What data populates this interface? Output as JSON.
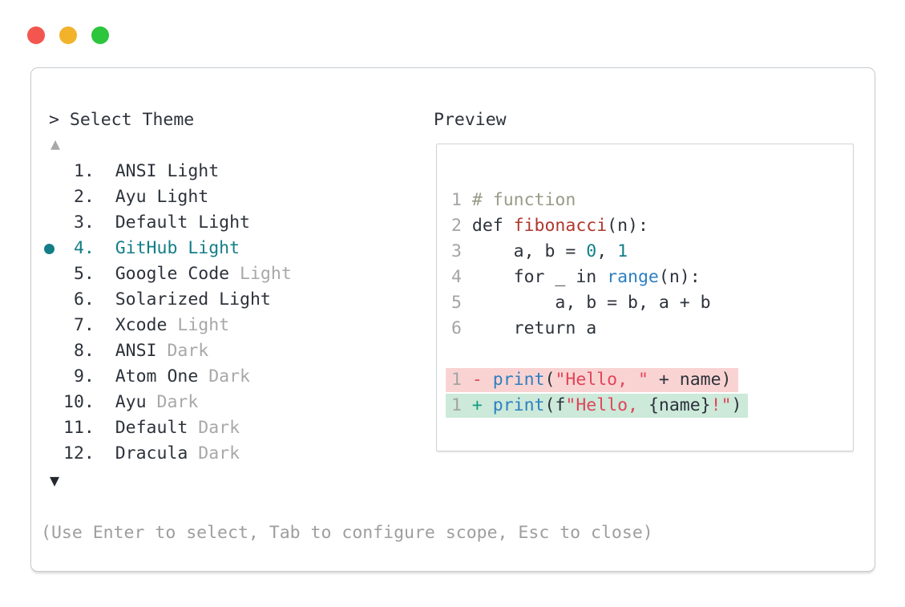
{
  "colors": {
    "traffic-close": "#f3564e",
    "traffic-minimize": "#f2b32b",
    "traffic-maximize": "#2dc53c",
    "border": "#c7cacd",
    "border-light": "#cfd2d5",
    "text-dark": "#2d323b",
    "gray": "#a8a8a8",
    "gray-footer": "#9e9e9e",
    "gray-lnum": "#a4a4a4",
    "accent": "#147e88",
    "syn-comment": "#989b87",
    "syn-func": "#ae372e",
    "syn-number": "#11808a",
    "syn-builtin": "#2e7fc1",
    "syn-string": "#e0455a",
    "syn-plus": "#169b7f",
    "diff-removed-bg": "#f9d3d2",
    "diff-added-bg": "#cce9d9"
  },
  "window": {
    "traffic_lights": [
      "close",
      "minimize",
      "maximize"
    ]
  },
  "theme_picker": {
    "prompt": "> Select Theme",
    "scroll_up_indicator": "▲",
    "scroll_down_indicator": "▼",
    "items": [
      {
        "number": " 1.",
        "name": "ANSI Light",
        "variant": "",
        "selected": false
      },
      {
        "number": " 2.",
        "name": "Ayu Light",
        "variant": "",
        "selected": false
      },
      {
        "number": " 3.",
        "name": "Default Light",
        "variant": "",
        "selected": false
      },
      {
        "number": " 4.",
        "name": "GitHub Light",
        "variant": "",
        "selected": true
      },
      {
        "number": " 5.",
        "name": "Google Code",
        "variant": "Light",
        "selected": false
      },
      {
        "number": " 6.",
        "name": "Solarized Light",
        "variant": "",
        "selected": false
      },
      {
        "number": " 7.",
        "name": "Xcode",
        "variant": "Light",
        "selected": false
      },
      {
        "number": " 8.",
        "name": "ANSI",
        "variant": "Dark",
        "selected": false
      },
      {
        "number": " 9.",
        "name": "Atom One",
        "variant": "Dark",
        "selected": false
      },
      {
        "number": "10.",
        "name": "Ayu",
        "variant": "Dark",
        "selected": false
      },
      {
        "number": "11.",
        "name": "Default",
        "variant": "Dark",
        "selected": false
      },
      {
        "number": "12.",
        "name": "Dracula",
        "variant": "Dark",
        "selected": false
      }
    ],
    "footer_hint": "(Use Enter to select, Tab to configure scope, Esc to close)"
  },
  "preview": {
    "label": "Preview",
    "code_lines": [
      {
        "num": "1",
        "segments": [
          {
            "t": "# function",
            "c": "comment"
          }
        ]
      },
      {
        "num": "2",
        "segments": [
          {
            "t": "def ",
            "c": "code"
          },
          {
            "t": "fibonacci",
            "c": "func"
          },
          {
            "t": "(n):",
            "c": "code"
          }
        ]
      },
      {
        "num": "3",
        "segments": [
          {
            "t": "    a, b = ",
            "c": "code"
          },
          {
            "t": "0",
            "c": "num"
          },
          {
            "t": ", ",
            "c": "code"
          },
          {
            "t": "1",
            "c": "num"
          }
        ]
      },
      {
        "num": "4",
        "segments": [
          {
            "t": "    for _ in ",
            "c": "code"
          },
          {
            "t": "range",
            "c": "builtin"
          },
          {
            "t": "(n):",
            "c": "code"
          }
        ]
      },
      {
        "num": "5",
        "segments": [
          {
            "t": "        a, b = b, a + b",
            "c": "code"
          }
        ]
      },
      {
        "num": "6",
        "segments": [
          {
            "t": "    return a",
            "c": "code"
          }
        ]
      }
    ],
    "diff_lines": [
      {
        "num": "1",
        "kind": "removed",
        "segments": [
          {
            "t": "- ",
            "c": "removed-marker"
          },
          {
            "t": "print",
            "c": "builtin"
          },
          {
            "t": "(",
            "c": "code"
          },
          {
            "t": "\"Hello, \"",
            "c": "string"
          },
          {
            "t": " + name)",
            "c": "code"
          }
        ]
      },
      {
        "num": "1",
        "kind": "added",
        "segments": [
          {
            "t": "+ ",
            "c": "added-marker"
          },
          {
            "t": "print",
            "c": "builtin"
          },
          {
            "t": "(f",
            "c": "code"
          },
          {
            "t": "\"Hello, ",
            "c": "string"
          },
          {
            "t": "{name}",
            "c": "code"
          },
          {
            "t": "!\"",
            "c": "string"
          },
          {
            "t": ")",
            "c": "code"
          }
        ]
      }
    ]
  }
}
